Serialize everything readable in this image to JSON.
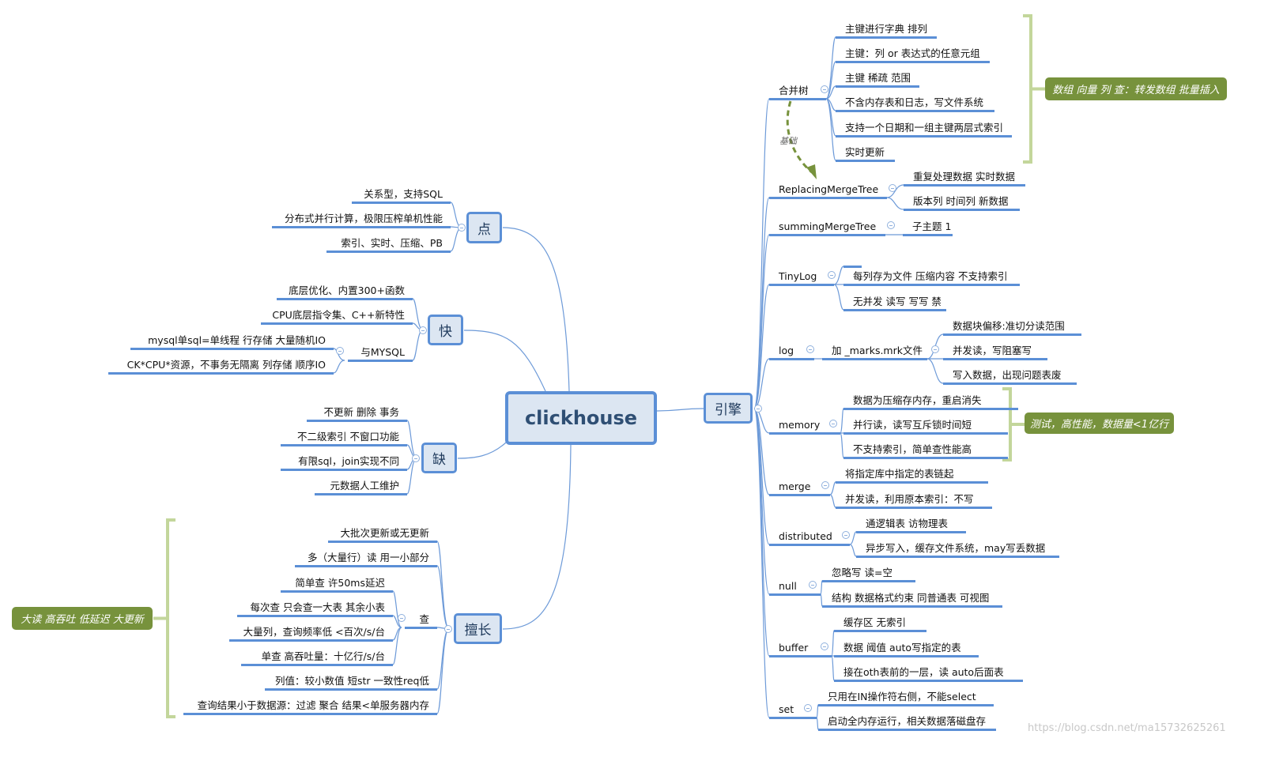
{
  "center": "clickhouse",
  "engine": {
    "label": "引擎",
    "children": [
      {
        "label": "合并树",
        "children": [
          "主键进行字典 排列",
          "主键：列 or 表达式的任意元组",
          "主键 稀疏 范围",
          "不含内存表和日志，写文件系统",
          "支持一个日期和一组主键两层式索引",
          "实时更新"
        ]
      },
      {
        "label": "ReplacingMergeTree",
        "children": [
          "重复处理数据 实时数据",
          "版本列 时间列 新数据"
        ]
      },
      {
        "label": "summingMergeTree",
        "children": [
          "子主题 1"
        ]
      },
      {
        "label": "TinyLog",
        "children": [
          "",
          "每列存为文件  压缩内容 不支持索引",
          "无并发 读写 写写 禁"
        ]
      },
      {
        "label": "log",
        "sub": "加 _marks.mrk文件",
        "children": [
          "数据块偏移:准切分读范围",
          "并发读，写阻塞写",
          "写入数据，出现问题表废"
        ]
      },
      {
        "label": "memory",
        "children": [
          "数据为压缩存内存，重启消失",
          "并行读，读写互斥锁时间短",
          "不支持索引，简单查性能高"
        ]
      },
      {
        "label": "merge",
        "children": [
          "将指定库中指定的表链起",
          "并发读，利用原本索引：不写"
        ]
      },
      {
        "label": "distributed",
        "children": [
          "通逻辑表 访物理表",
          "异步写入，缓存文件系统，may写丢数据"
        ]
      },
      {
        "label": "null",
        "children": [
          "忽略写 读=空",
          "结构 数据格式约束 同普通表 可视图"
        ]
      },
      {
        "label": "buffer",
        "children": [
          "缓存区 无索引",
          "数据 阈值 auto写指定的表",
          "接在oth表前的一层，读 auto后面表"
        ]
      },
      {
        "label": "set",
        "children": [
          "只用在IN操作符右侧，不能select",
          "启动全内存运行，相关数据落磁盘存"
        ]
      }
    ]
  },
  "left": [
    {
      "label": "点",
      "children": [
        "关系型，支持SQL",
        "分布式并行计算，极限压榨单机性能",
        "索引、实时、压缩、PB"
      ]
    },
    {
      "label": "快",
      "children": [
        "底层优化、内置300+函数",
        "CPU底层指令集、C++新特性"
      ],
      "sub": {
        "label": "与MYSQL",
        "children": [
          "mysql单sql=单线程 行存储 大量随机IO",
          "CK*CPU*资源，不事务无隔离 列存储 顺序IO"
        ]
      }
    },
    {
      "label": "缺",
      "children": [
        "不更新 删除 事务",
        "不二级索引 不窗口功能",
        "有限sql，join实现不同",
        "元数据人工维护"
      ]
    },
    {
      "label": "擅长",
      "children": [
        "大批次更新或无更新",
        "多（大量行）读 用一小部分",
        "列值：较小数值 短str 一致性req低",
        "查询结果小于数据源：过滤 聚合 结果<单服务器内存"
      ],
      "sub": {
        "label": "查",
        "children": [
          "简单查 许50ms延迟",
          "每次查 只会查一大表 其余小表",
          "大量列，查询频率低 <百次/s/台",
          "单查 高吞吐量：十亿行/s/台"
        ]
      }
    }
  ],
  "callouts": {
    "merge_tree": "数组 向量 列 查：转发数组  批量插入",
    "memory": "测试，高性能，数据量<1亿行",
    "strengths": "大读 高吞吐 低延迟 大更新"
  },
  "relation_label": "基础",
  "watermark": "https://blog.csdn.net/ma15732625261",
  "colors": {
    "branch": "#5b8fd6",
    "callout": "#77923c",
    "bracket": "#c3d69b",
    "box_fill": "#dce6f2"
  }
}
